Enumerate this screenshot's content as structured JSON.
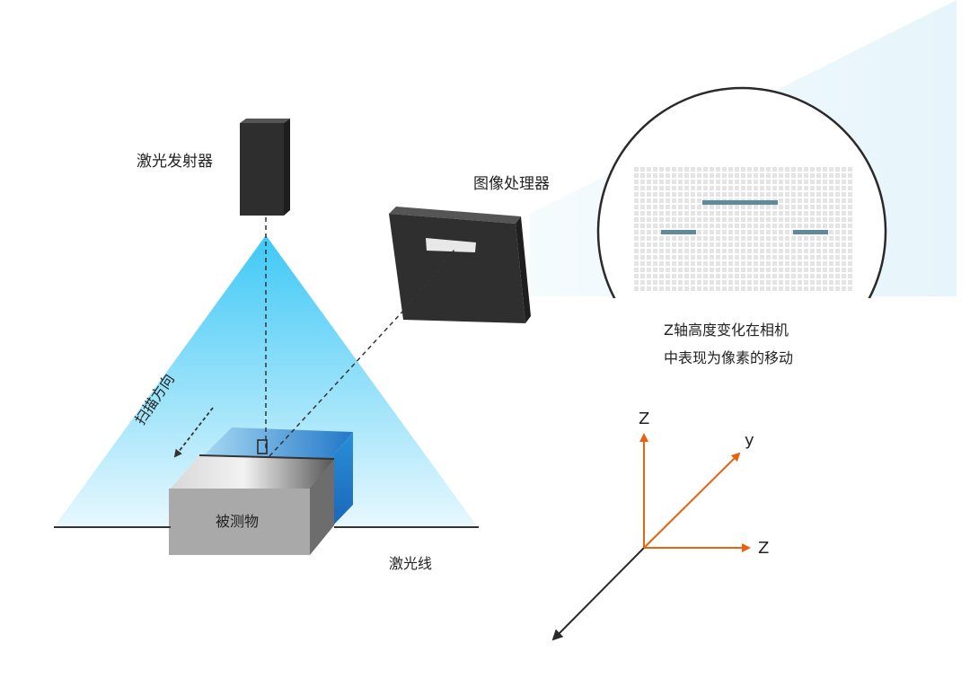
{
  "labels": {
    "laser_emitter": "激光发射器",
    "image_processor": "图像处理器",
    "scan_direction": "扫描方向",
    "measured_object": "被测物",
    "laser_line": "激光线",
    "caption_line1": "Z轴高度变化在相机",
    "caption_line2": "中表现为像素的移动"
  },
  "axes": {
    "vertical": "Z",
    "diagonal": "y",
    "horizontal": "Z"
  },
  "colors": {
    "laser_cyan": "#4fd0f7",
    "axis_orange": "#e8620f",
    "device_dark": "#2e2e2e",
    "pixel_line": "#5f8a9a"
  }
}
